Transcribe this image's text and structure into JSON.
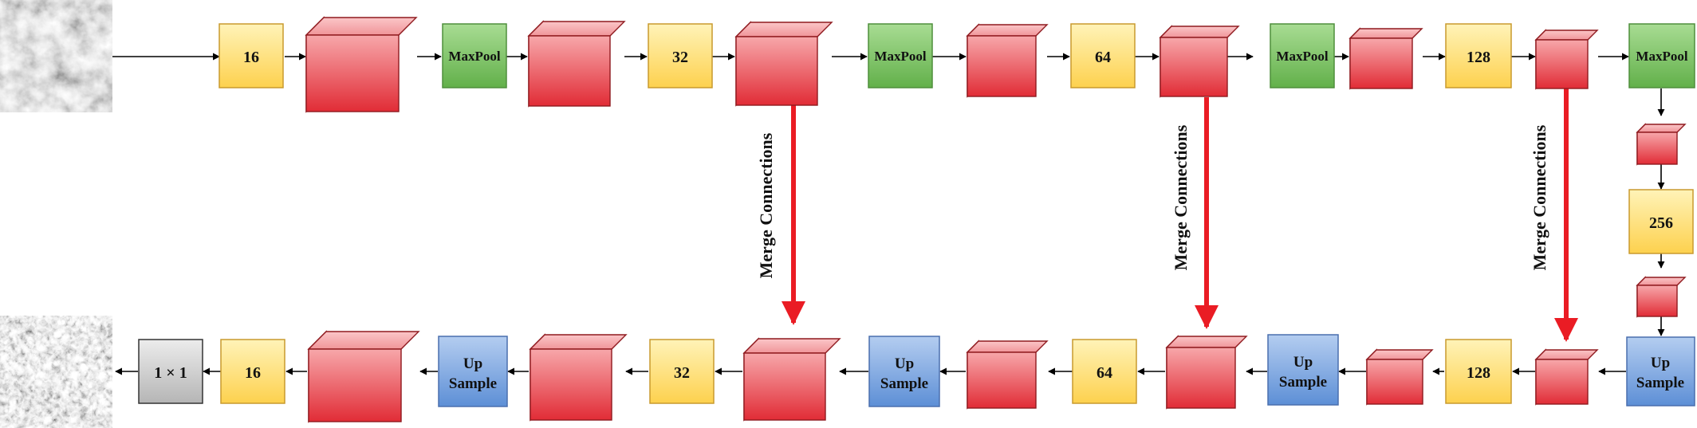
{
  "diagram": {
    "encoder_filters": [
      "16",
      "32",
      "64",
      "128"
    ],
    "bottleneck_filter": "256",
    "decoder_filters": [
      "128",
      "64",
      "32",
      "16"
    ],
    "maxpool_label": "MaxPool",
    "upsample_label_line1": "Up",
    "upsample_label_line2": "Sample",
    "merge_label": "Merge Connections",
    "output_conv_label": "1 × 1",
    "colors": {
      "filter_box": "#fdd86b",
      "filter_border": "#d6a736",
      "maxpool_box": "#76c062",
      "maxpool_border": "#4f8f3c",
      "upsample_box": "#7fa8e0",
      "upsample_border": "#4a6fae",
      "conv_cube": "#e64a52",
      "conv_border": "#8f1a1f",
      "merge_arrow": "#ea1c24",
      "output_conv_box": "#c8c8c8"
    }
  }
}
